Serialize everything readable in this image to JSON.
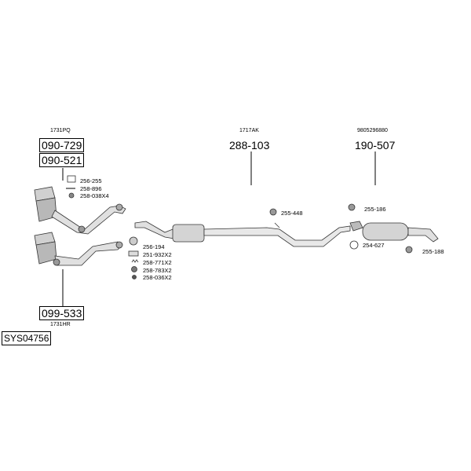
{
  "refs": {
    "front_cat_upper_ref": "1731PQ",
    "front_cat_lower_ref": "1731HR",
    "middle_ref": "1717AK",
    "rear_ref": "9805296880"
  },
  "parts": {
    "p090_729": "090-729",
    "p090_521": "090-521",
    "p099_533": "099-533",
    "p288_103": "288-103",
    "p190_507": "190-507"
  },
  "small_parts": {
    "p256_255": "256-255",
    "p258_896": "258-896",
    "p258_038": "258-038X4",
    "p256_194": "256-194",
    "p251_932": "251-932X2",
    "p258_771": "258-771X2",
    "p258_783": "258-783X2",
    "p258_036": "258-036X2",
    "p255_448": "255-448",
    "p255_186": "255-186",
    "p254_627": "254-627",
    "p255_188": "255-188"
  },
  "system_code": "SYS04756"
}
